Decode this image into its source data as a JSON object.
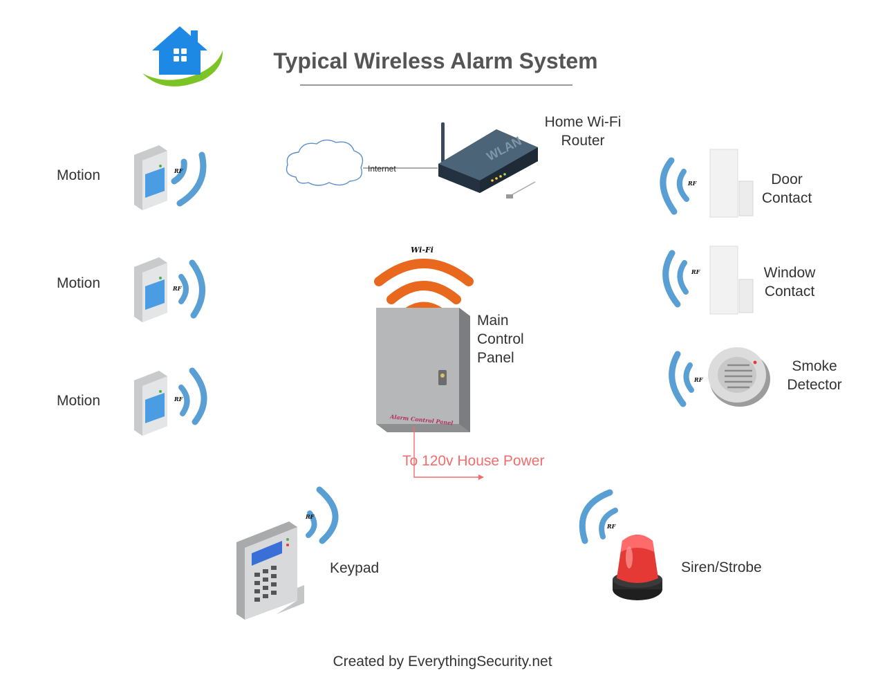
{
  "title": "Typical Wireless Alarm System",
  "credit": "Created by EverythingSecurity.net",
  "logo": {
    "icon": "house-logo-icon",
    "colors": {
      "house": "#1e88e5",
      "swoosh": "#7cc425"
    }
  },
  "router": {
    "label_line1": "Home Wi-Fi",
    "label_line2": "Router",
    "device_text": "WLAN",
    "link_label": "Internet",
    "icon": "router-icon"
  },
  "cloud": {
    "icon": "cloud-icon"
  },
  "panel": {
    "label_line1": "Main",
    "label_line2": "Control",
    "label_line3": "Panel",
    "wifi_label": "Wi-Fi",
    "plate_text": "Alarm Control Panel",
    "power_label": "To 120v House Power",
    "icon": "control-panel-icon"
  },
  "sensors_left": [
    {
      "label": "Motion",
      "icon": "motion-sensor-icon"
    },
    {
      "label": "Motion",
      "icon": "motion-sensor-icon"
    },
    {
      "label": "Motion",
      "icon": "motion-sensor-icon"
    }
  ],
  "sensors_right": {
    "door": {
      "line1": "Door",
      "line2": "Contact",
      "icon": "door-contact-icon"
    },
    "window": {
      "line1": "Window",
      "line2": "Contact",
      "icon": "window-contact-icon"
    },
    "smoke": {
      "line1": "Smoke",
      "line2": "Detector",
      "icon": "smoke-detector-icon"
    }
  },
  "keypad": {
    "label": "Keypad",
    "icon": "keypad-icon"
  },
  "siren": {
    "label": "Siren/Strobe",
    "icon": "siren-strobe-icon"
  },
  "rf_label": "RF",
  "colors": {
    "rf_wave": "#5a9fd4",
    "wifi_wave": "#e8681e",
    "power_line": "#f26c6c",
    "text": "#333333"
  }
}
